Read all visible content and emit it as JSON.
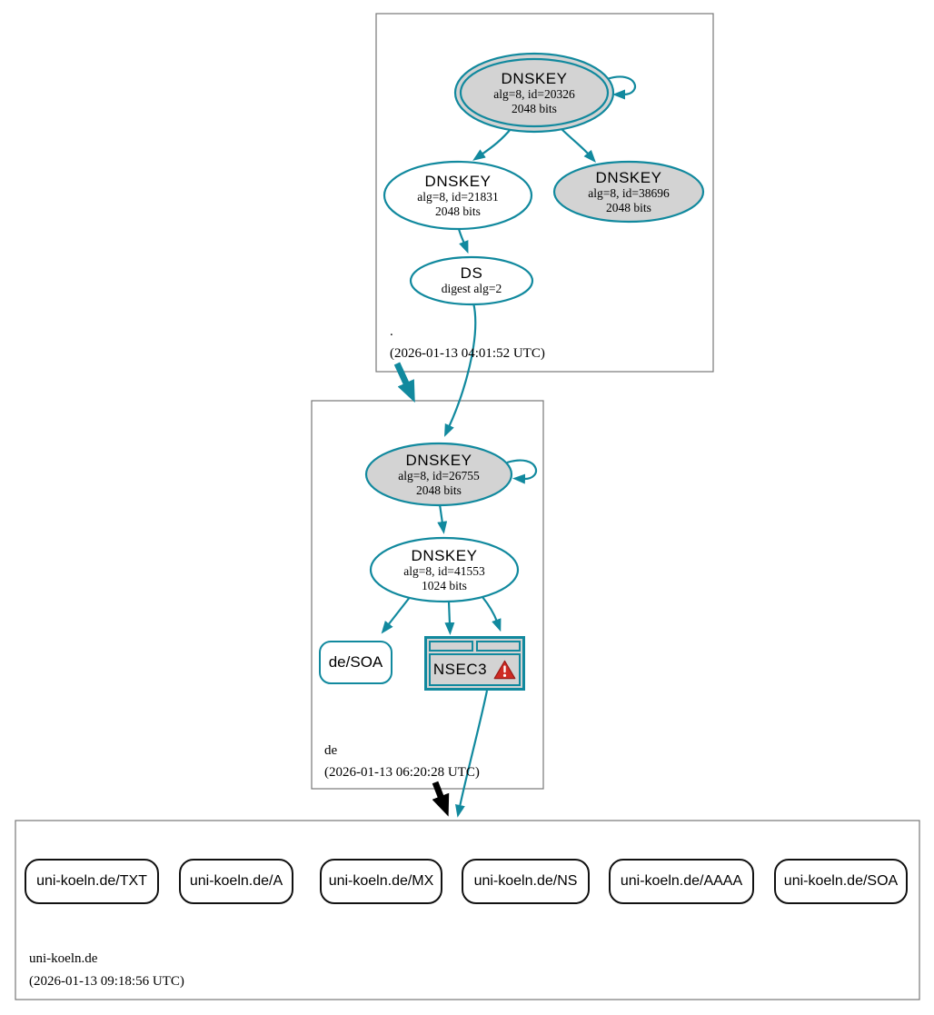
{
  "colors": {
    "secure_teal": "#11899e",
    "insecure_black": "#000000",
    "node_fill_gray": "#d3d3d3",
    "warning_red": "#cf2b24",
    "cluster_border_gray": "#777777"
  },
  "zones": {
    "root": {
      "label": ".",
      "timestamp": "(2026-01-13 04:01:52 UTC)",
      "ksk": {
        "title": "DNSKEY",
        "alg": "alg=8, id=20326",
        "size": "2048 bits"
      },
      "zsk": {
        "title": "DNSKEY",
        "alg": "alg=8, id=21831",
        "size": "2048 bits"
      },
      "key_38696": {
        "title": "DNSKEY",
        "alg": "alg=8, id=38696",
        "size": "2048 bits"
      },
      "ds": {
        "title": "DS",
        "detail": "digest alg=2"
      }
    },
    "de": {
      "label": "de",
      "timestamp": "(2026-01-13 06:20:28 UTC)",
      "ksk": {
        "title": "DNSKEY",
        "alg": "alg=8, id=26755",
        "size": "2048 bits"
      },
      "zsk": {
        "title": "DNSKEY",
        "alg": "alg=8, id=41553",
        "size": "1024 bits"
      },
      "soa": {
        "label": "de/SOA"
      },
      "nsec3": {
        "label": "NSEC3"
      }
    },
    "uni_koeln": {
      "label": "uni-koeln.de",
      "timestamp": "(2026-01-13 09:18:56 UTC)",
      "rrsets": [
        {
          "label": "uni-koeln.de/TXT"
        },
        {
          "label": "uni-koeln.de/A"
        },
        {
          "label": "uni-koeln.de/MX"
        },
        {
          "label": "uni-koeln.de/NS"
        },
        {
          "label": "uni-koeln.de/AAAA"
        },
        {
          "label": "uni-koeln.de/SOA"
        }
      ]
    }
  }
}
